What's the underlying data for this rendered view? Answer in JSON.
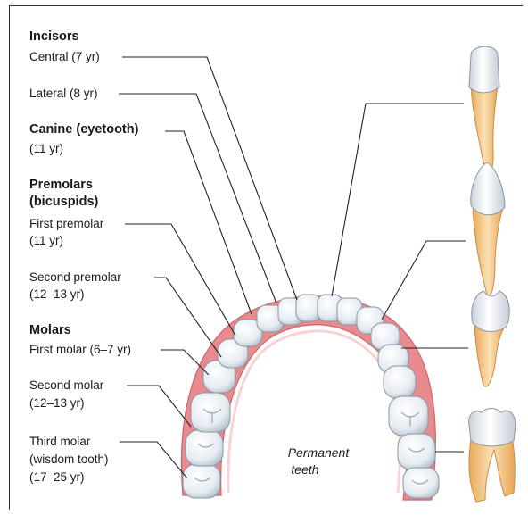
{
  "groups": {
    "incisors": "Incisors",
    "canine": "Canine (eyetooth)",
    "premolars_1": "Premolars",
    "premolars_2": "(bicuspids)",
    "molars": "Molars"
  },
  "labels": {
    "central": "Central (7 yr)",
    "lateral": "Lateral (8 yr)",
    "canine_age": "(11 yr)",
    "first_premolar": "First premolar",
    "first_premolar_age": "(11 yr)",
    "second_premolar": "Second premolar",
    "second_premolar_age": "(12–13 yr)",
    "first_molar": "First molar (6–7 yr)",
    "second_molar": "Second molar",
    "second_molar_age": "(12–13 yr)",
    "third_molar": "Third molar",
    "third_molar_sub": "(wisdom tooth)",
    "third_molar_age": "(17–25 yr)"
  },
  "caption": {
    "line1": "Permanent",
    "line2": "teeth"
  },
  "colors": {
    "gum": "#e7868a",
    "gum_light": "#f6c9c6",
    "enamel": "#eef2f6",
    "root": "#f3c98b",
    "leader": "#222222"
  }
}
